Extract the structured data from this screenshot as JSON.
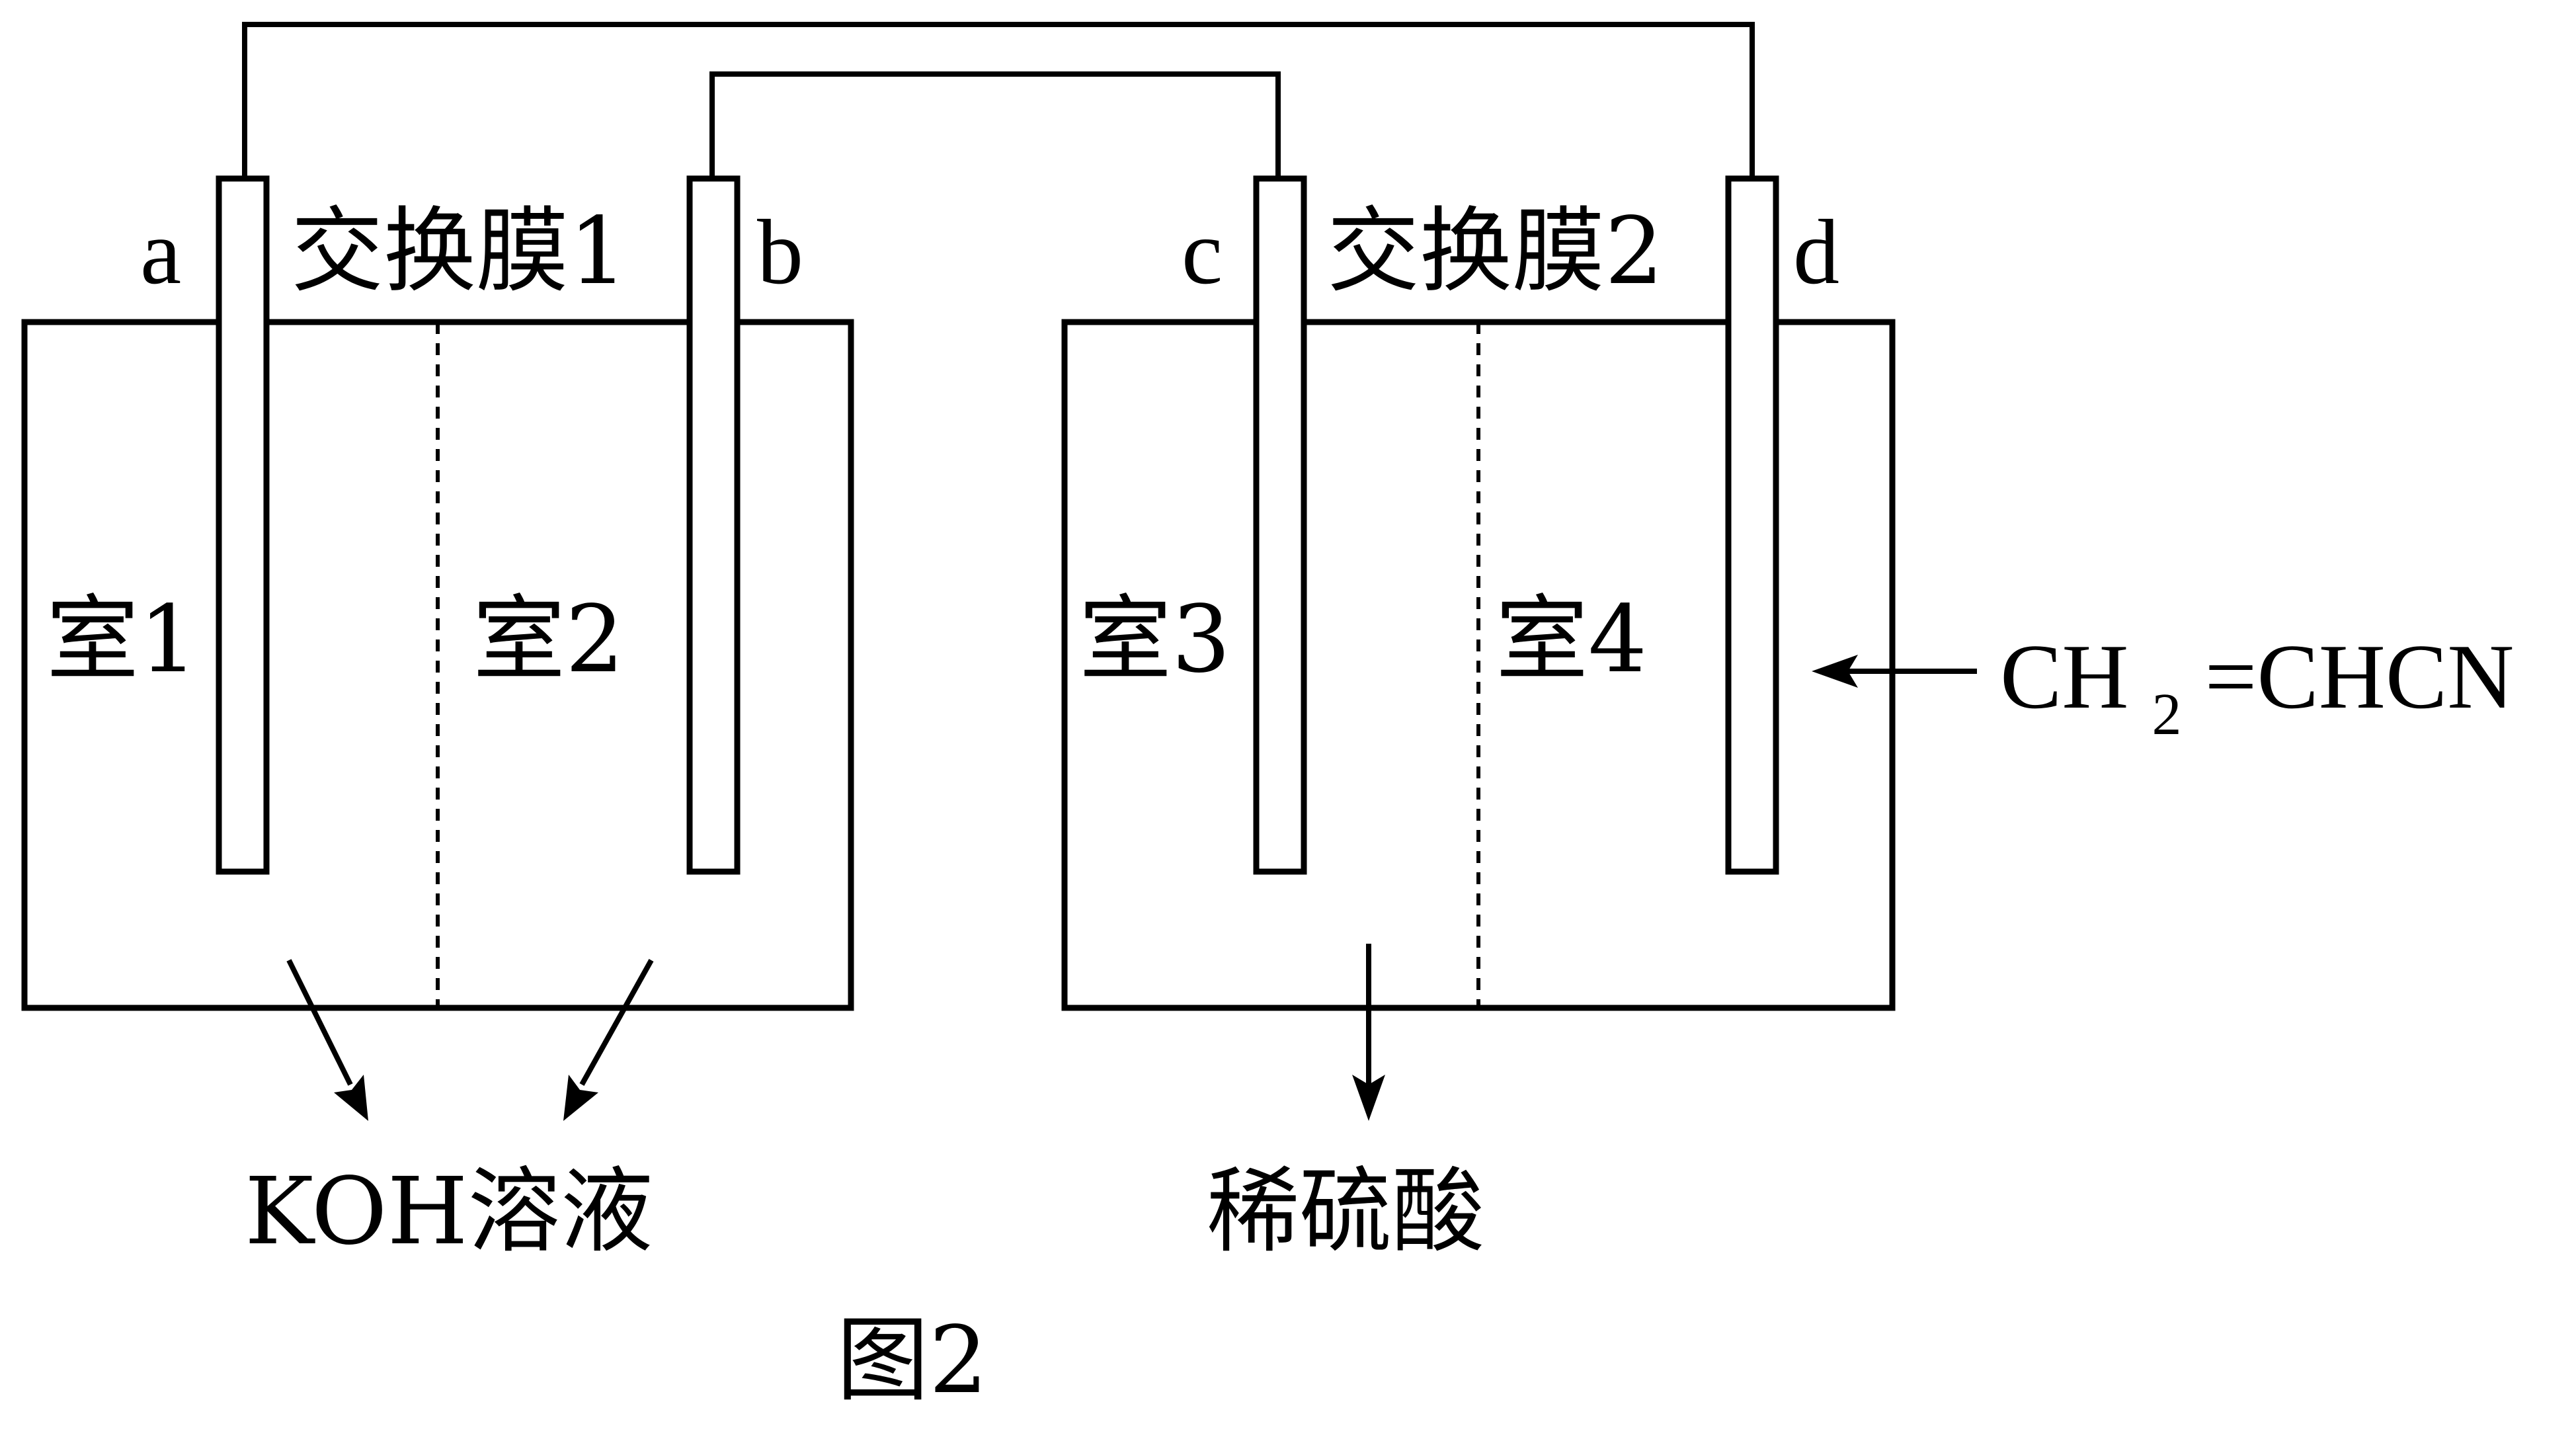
{
  "electrodes": {
    "a": "a",
    "b": "b",
    "c": "c",
    "d": "d"
  },
  "membranes": {
    "m1": "交换膜1",
    "m2": "交换膜2"
  },
  "chambers": {
    "r1": "室1",
    "r2": "室2",
    "r3": "室3",
    "r4": "室4"
  },
  "feed": {
    "prefix": "CH",
    "subscript": "2",
    "suffix": "=CHCN"
  },
  "outputs": {
    "left": "KOH溶液",
    "right": "稀硫酸"
  },
  "caption": "图2"
}
